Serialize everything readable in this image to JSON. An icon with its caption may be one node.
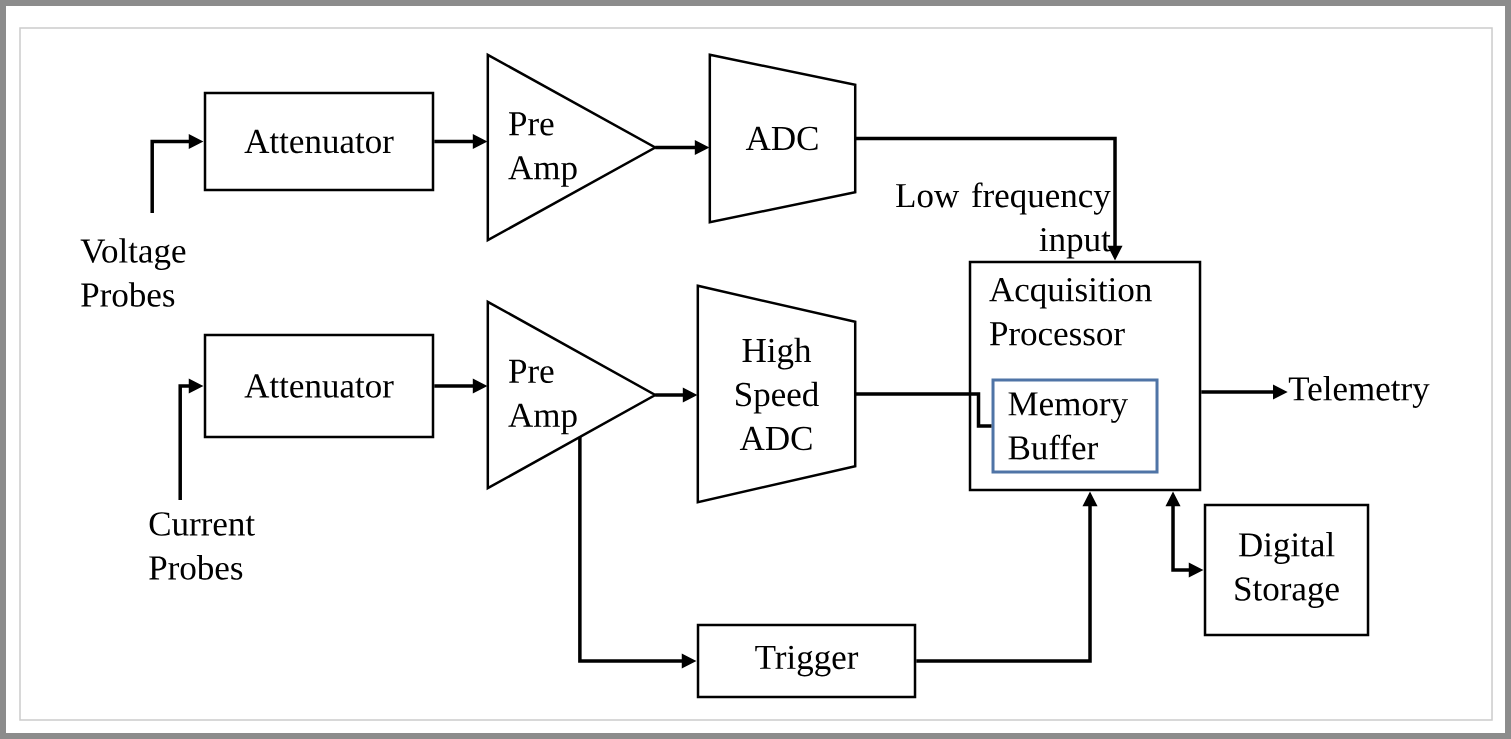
{
  "diagram": {
    "nodes": [
      {
        "text": [
          "Voltage Probes"
        ]
      },
      {
        "text": [
          "Attenuator"
        ]
      },
      {
        "text": [
          "Pre Amp"
        ]
      },
      {
        "text": [
          "ADC"
        ]
      },
      {
        "text": [
          "Current Probes"
        ]
      },
      {
        "text": [
          "Attenuator"
        ]
      },
      {
        "text": [
          "Pre Amp"
        ]
      },
      {
        "text": [
          "High Speed ADC"
        ]
      },
      {
        "text": [
          "Acquisition Processor"
        ]
      },
      {
        "text": [
          "Memory Buffer"
        ],
        "in": 8
      },
      {
        "text": [
          "Trigger"
        ]
      },
      {
        "text": [
          "Digital Storage"
        ]
      },
      {
        "text": [
          "Telemetry"
        ]
      }
    ],
    "edges": [
      {
        "from": 0,
        "to": 1,
        "arrow": "to"
      },
      {
        "from": 1,
        "to": 2,
        "arrow": "to"
      },
      {
        "from": 2,
        "to": 3,
        "arrow": "to"
      },
      {
        "from": 3,
        "to": 8,
        "arrow": "to",
        "label": "Low frequency input"
      },
      {
        "from": 4,
        "to": 5,
        "arrow": "to"
      },
      {
        "from": 5,
        "to": 6,
        "arrow": "to"
      },
      {
        "from": 6,
        "to": 7,
        "arrow": "to"
      },
      {
        "from": 7,
        "to": 9,
        "arrow": "none"
      },
      {
        "from": 6,
        "to": 10,
        "arrow": "to"
      },
      {
        "from": 10,
        "to": 8,
        "arrow": "to"
      },
      {
        "from": 8,
        "to": 11,
        "arrow": "both"
      },
      {
        "from": 8,
        "to": 12,
        "arrow": "to"
      }
    ]
  }
}
